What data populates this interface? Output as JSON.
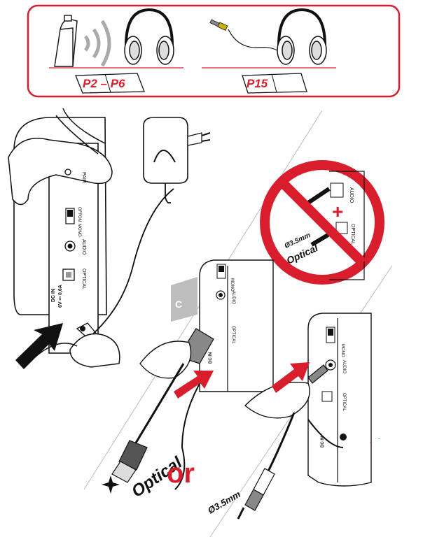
{
  "header_panel": {
    "left_page_ref": "P2 – P6",
    "right_page_ref": "P15"
  },
  "device_panel": {
    "pair_label": "PAIR",
    "mono_label": "MONO",
    "on_label": "ON",
    "off_label": "OFF",
    "audio_label": "AUDIO",
    "optical_label": "OPTICAL",
    "dc_in_label": "DC IN",
    "dc_spec_label": "6V ⎓ 0,6A"
  },
  "step_badge": "C",
  "prohibition": {
    "plus_sign": "+",
    "jack_label": "Ø3.5mm",
    "optical_label": "Optical"
  },
  "bottom": {
    "optical_label": "Optical",
    "or_label": "or",
    "jack_label": "Ø3.5mm"
  },
  "colors": {
    "accent_red": "#d81e2c",
    "line": "#111111",
    "shade": "#bdbdbd"
  }
}
